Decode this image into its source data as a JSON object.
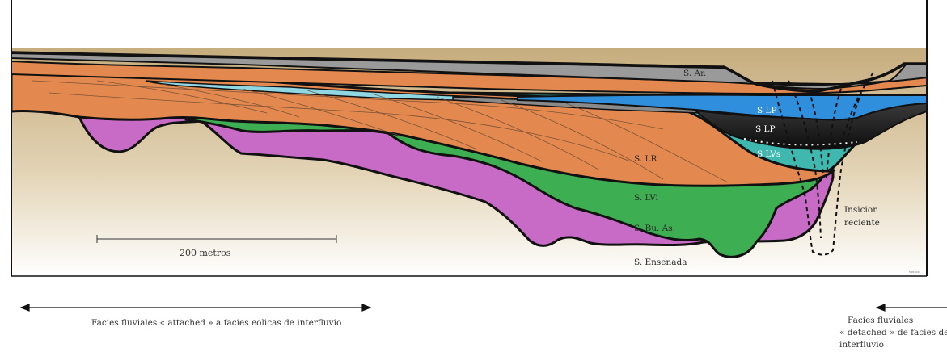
{
  "layers": {
    "s_ar": "S. Ar.",
    "s_lp_upper": "S LP",
    "s_lp_lower": "S LP",
    "s_lvs": "S LVs",
    "s_lr": "S. LR",
    "s_lvi": "S. LVi",
    "s_bu_as": "S. Bu. As.",
    "s_ensenada": "S. Ensenada"
  },
  "incision": {
    "line1": "Insicion",
    "line2": "reciente"
  },
  "scale_bar": {
    "label": "200 metros"
  },
  "captions": {
    "attached": "Facies fluviales « attached » a facies eolicas de interfluvio",
    "detached_line1": "Facies fluviales",
    "detached_line2": "« detached » de facies de",
    "detached_line3": "interfluvio"
  },
  "corner_mark": "MPZ2009",
  "colors": {
    "sky": "#ffffff",
    "substrate_top": "#c9b184",
    "substrate_bottom": "#ffffff",
    "gray_top": "#9a9a9a",
    "orange": "#e3894f",
    "light_blue": "#8fd7e3",
    "blue": "#2f8fdc",
    "black": "#1a1a1a",
    "teal": "#3fb9b0",
    "green": "#3eae52",
    "magenta": "#c76bc6"
  }
}
